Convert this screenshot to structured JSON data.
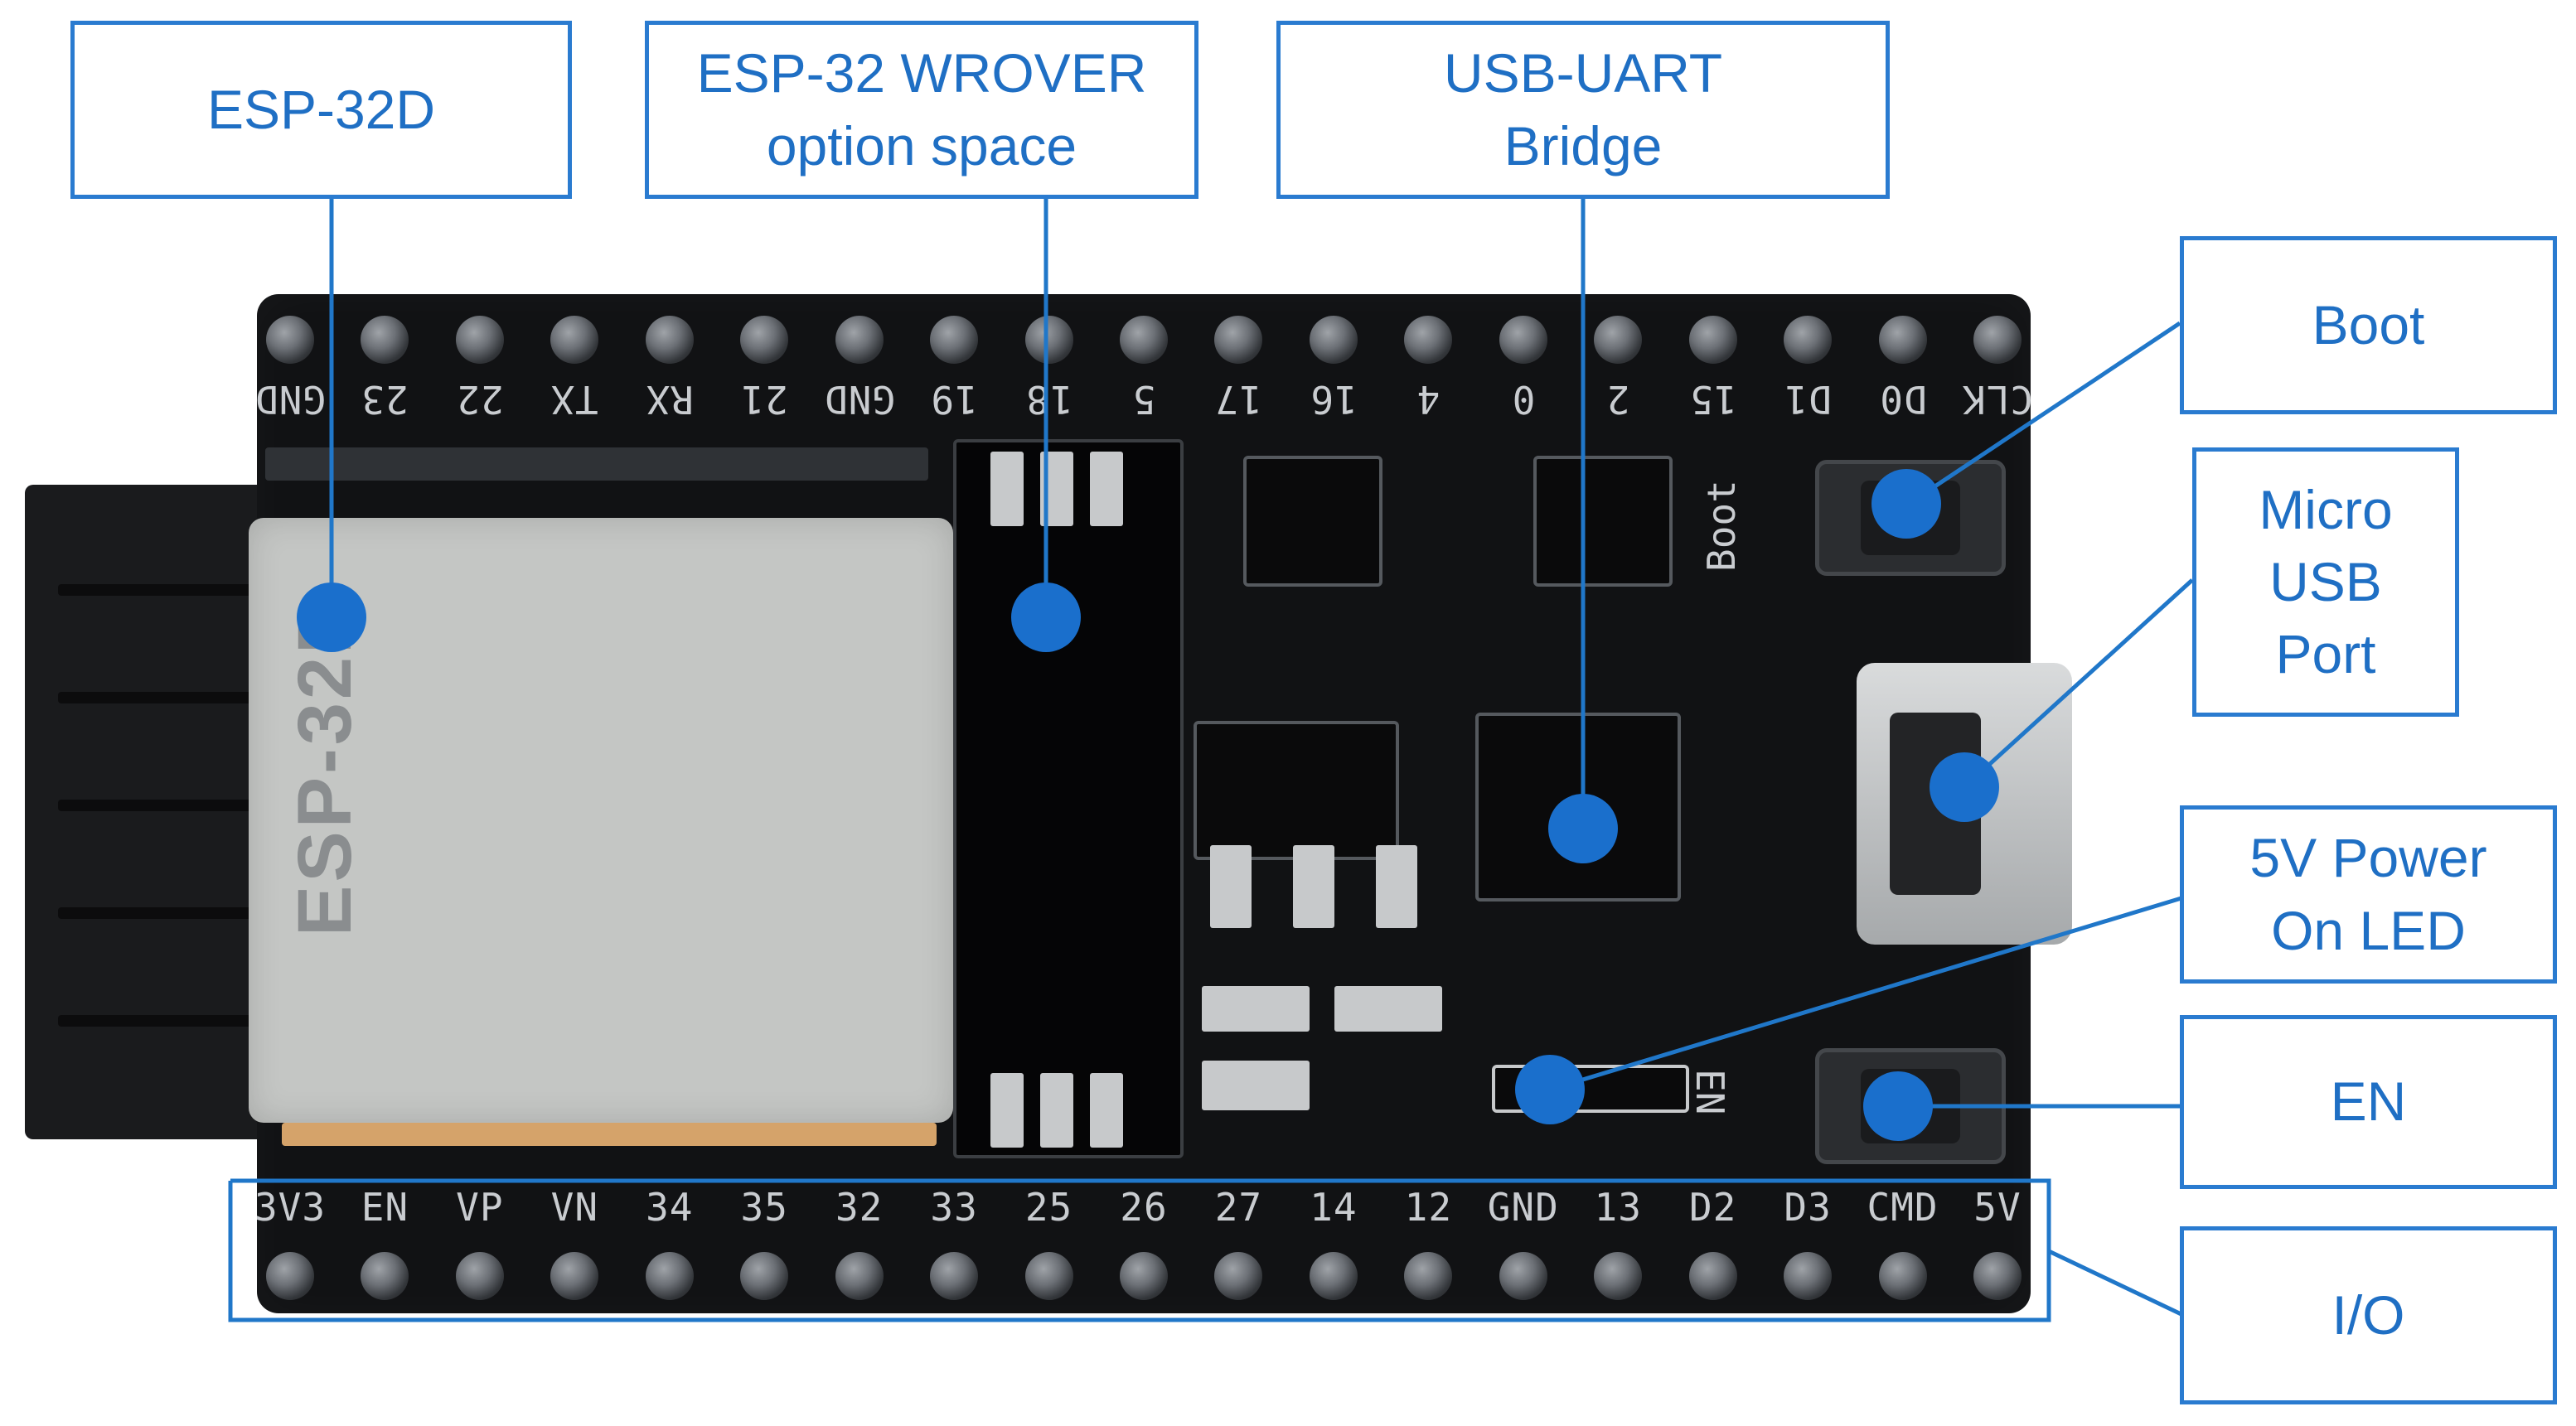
{
  "callouts": {
    "esp32d": "ESP-32D",
    "wrover": "ESP-32 WROVER\noption space",
    "usb_uart": "USB-UART\nBridge",
    "boot": "Boot",
    "micro_usb": "Micro\nUSB\nPort",
    "power_led": "5V Power\nOn LED",
    "en": "EN",
    "io": "I/O"
  },
  "board": {
    "top_pins": [
      "GND",
      "23",
      "22",
      "TX",
      "RX",
      "21",
      "GND",
      "19",
      "18",
      "5",
      "17",
      "16",
      "4",
      "0",
      "2",
      "15",
      "D1",
      "D0",
      "CLK"
    ],
    "bottom_pins": [
      "3V3",
      "EN",
      "VP",
      "VN",
      "34",
      "35",
      "32",
      "33",
      "25",
      "26",
      "27",
      "14",
      "12",
      "GND",
      "13",
      "D2",
      "D3",
      "CMD",
      "5V"
    ],
    "module_label": "ESP-32D",
    "boot_silk": "Boot",
    "en_silk": "EN"
  },
  "colors": {
    "callout_border": "#2a7bd0",
    "callout_text": "#1f6fc4",
    "leader": "#2077c9",
    "dot": "#1a6fcc",
    "board": "#111214"
  }
}
